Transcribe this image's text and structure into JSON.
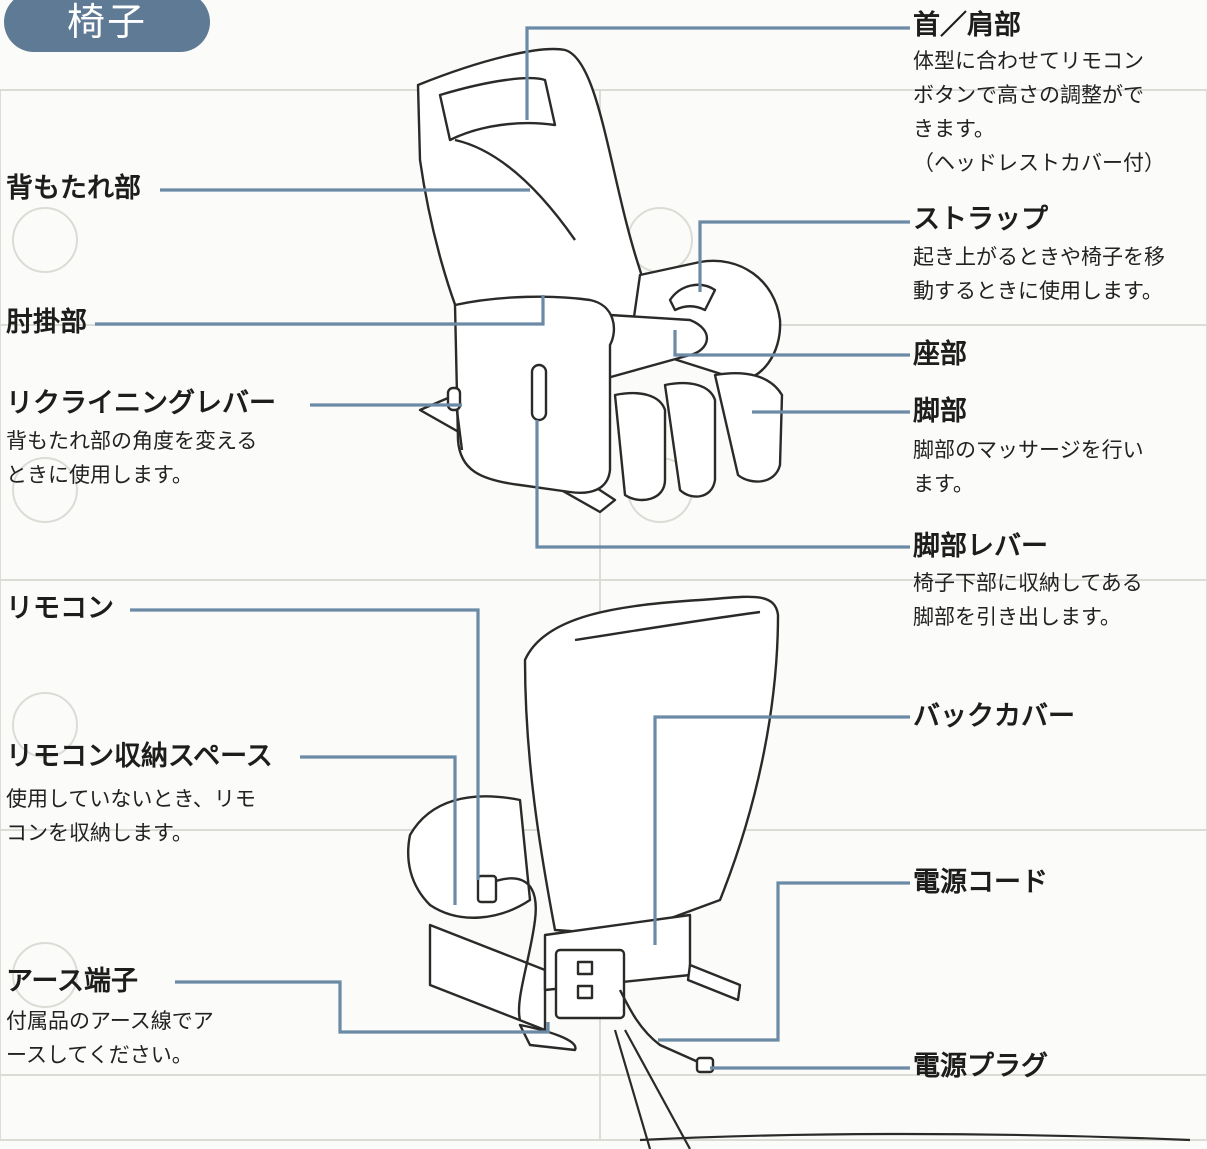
{
  "section_title": "椅子",
  "parts": {
    "neck_shoulder": {
      "label": "首／肩部",
      "desc": [
        "体型に合わせてリモコン",
        "ボタンで高さの調整がで",
        "きます。",
        "（ヘッドレストカバー付）"
      ]
    },
    "backrest": {
      "label": "背もたれ部"
    },
    "strap": {
      "label": "ストラップ",
      "desc": [
        "起き上がるときや椅子を移",
        "動するときに使用します。"
      ]
    },
    "armrest": {
      "label": "肘掛部"
    },
    "seat": {
      "label": "座部"
    },
    "recline_lever": {
      "label": "リクライニングレバー",
      "desc": [
        "背もたれ部の角度を変える",
        "ときに使用します。"
      ]
    },
    "leg": {
      "label": "脚部",
      "desc": [
        "脚部のマッサージを行い",
        "ます。"
      ]
    },
    "leg_lever": {
      "label": "脚部レバー",
      "desc": [
        "椅子下部に収納してある",
        "脚部を引き出します。"
      ]
    },
    "remote": {
      "label": "リモコン"
    },
    "back_cover": {
      "label": "バックカバー"
    },
    "remote_storage": {
      "label": "リモコン収納スペース",
      "desc": [
        "使用していないとき、リモ",
        "コンを収納します。"
      ]
    },
    "power_cord": {
      "label": "電源コード"
    },
    "earth_terminal": {
      "label": "アース端子",
      "desc": [
        "付属品のアース線でア",
        "ースしてください。"
      ]
    },
    "power_plug": {
      "label": "電源プラグ"
    }
  },
  "colors": {
    "leader_line": "#6b8aa6",
    "title_pill": "#5f7a94",
    "outline": "#2a2a28"
  }
}
